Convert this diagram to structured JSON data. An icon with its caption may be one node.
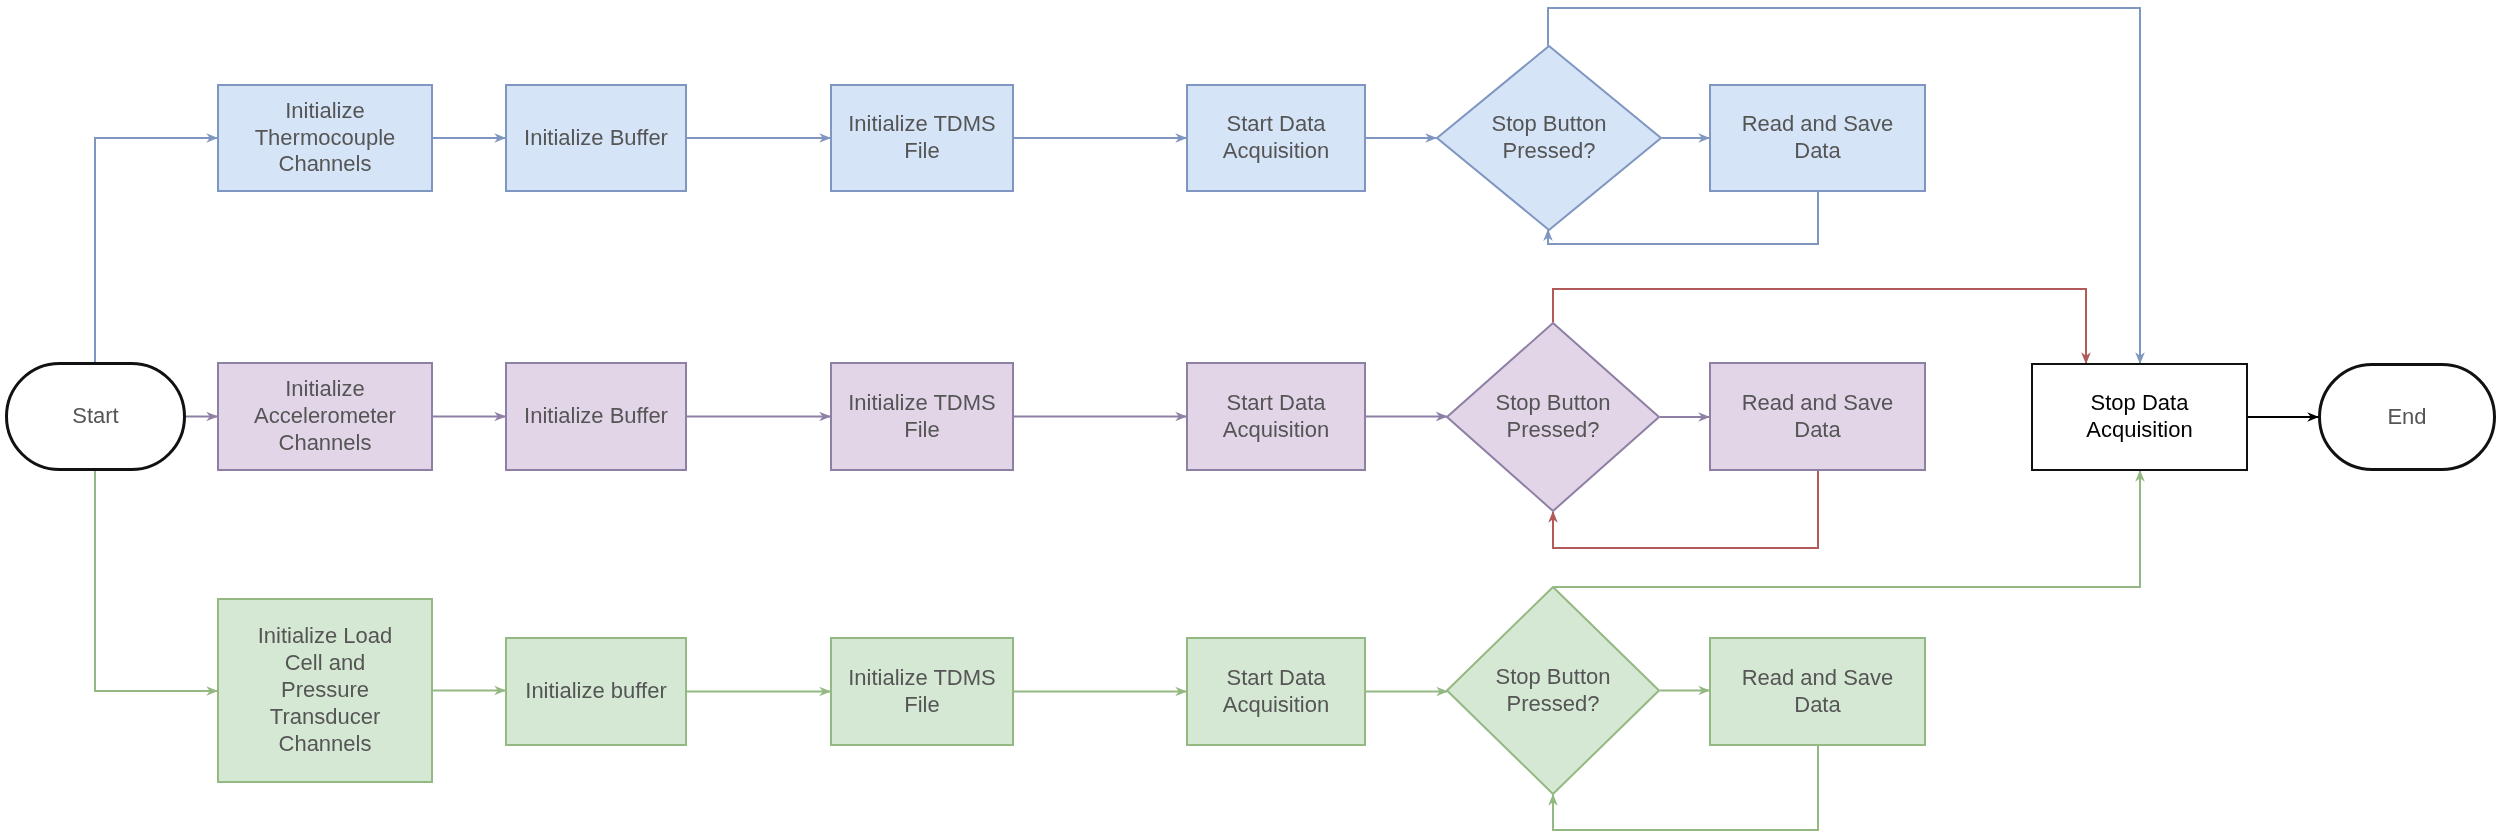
{
  "diagram": {
    "nodes": [
      {
        "text": [
          "Start"
        ]
      },
      {
        "text": [
          "Initialize Thermocouple Channels"
        ]
      },
      {
        "text": [
          "Initialize Buffer"
        ]
      },
      {
        "text": [
          "Initialize TDMS File"
        ]
      },
      {
        "text": [
          "Start Data Acquisition"
        ]
      },
      {
        "text": [
          "Stop Button Pressed?"
        ]
      },
      {
        "text": [
          "Read and Save Data"
        ]
      },
      {
        "text": [
          "Initialize Accelerometer Channels"
        ]
      },
      {
        "text": [
          "Initialize Buffer"
        ]
      },
      {
        "text": [
          "Initialize TDMS File"
        ]
      },
      {
        "text": [
          "Start Data Acquisition"
        ]
      },
      {
        "text": [
          "Stop Button Pressed?"
        ]
      },
      {
        "text": [
          "Read and Save Data"
        ]
      },
      {
        "text": [
          "Initialize Load Cell and Pressure Transducer Channels"
        ]
      },
      {
        "text": [
          "Initialize buffer"
        ]
      },
      {
        "text": [
          "Initialize TDMS File"
        ]
      },
      {
        "text": [
          "Start Data Acquisition"
        ]
      },
      {
        "text": [
          "Stop Button Pressed?"
        ]
      },
      {
        "text": [
          "Read and Save Data"
        ]
      },
      {
        "text": [
          "Stop Data Acquisition"
        ]
      },
      {
        "text": [
          "End"
        ]
      }
    ],
    "edges": [
      {
        "from": 0,
        "to": 1,
        "arrow": "to",
        "color": "#7f96c0"
      },
      {
        "from": 0,
        "to": 7,
        "arrow": "to",
        "color": "#8e7fa5"
      },
      {
        "from": 0,
        "to": 13,
        "arrow": "to",
        "color": "#94b882"
      },
      {
        "from": 1,
        "to": 2,
        "arrow": "to",
        "color": "#7f96c0"
      },
      {
        "from": 2,
        "to": 3,
        "arrow": "to",
        "color": "#7f96c0"
      },
      {
        "from": 3,
        "to": 4,
        "arrow": "to",
        "color": "#7f96c0"
      },
      {
        "from": 4,
        "to": 5,
        "arrow": "to",
        "color": "#7f96c0"
      },
      {
        "from": 5,
        "to": 6,
        "arrow": "to",
        "color": "#7f96c0"
      },
      {
        "from": 6,
        "to": 5,
        "arrow": "to",
        "color": "#7f96c0"
      },
      {
        "from": 5,
        "to": 19,
        "arrow": "to",
        "color": "#7f96c0"
      },
      {
        "from": 7,
        "to": 8,
        "arrow": "to",
        "color": "#8e7fa5"
      },
      {
        "from": 8,
        "to": 9,
        "arrow": "to",
        "color": "#8e7fa5"
      },
      {
        "from": 9,
        "to": 10,
        "arrow": "to",
        "color": "#8e7fa5"
      },
      {
        "from": 10,
        "to": 11,
        "arrow": "to",
        "color": "#8e7fa5"
      },
      {
        "from": 11,
        "to": 12,
        "arrow": "to",
        "color": "#8e7fa5"
      },
      {
        "from": 12,
        "to": 11,
        "arrow": "to",
        "color": "#b05a5a"
      },
      {
        "from": 11,
        "to": 19,
        "arrow": "to",
        "color": "#b05a5a"
      },
      {
        "from": 13,
        "to": 14,
        "arrow": "to",
        "color": "#94b882"
      },
      {
        "from": 14,
        "to": 15,
        "arrow": "to",
        "color": "#94b882"
      },
      {
        "from": 15,
        "to": 16,
        "arrow": "to",
        "color": "#94b882"
      },
      {
        "from": 16,
        "to": 17,
        "arrow": "to",
        "color": "#94b882"
      },
      {
        "from": 17,
        "to": 18,
        "arrow": "to",
        "color": "#94b882"
      },
      {
        "from": 18,
        "to": 17,
        "arrow": "to",
        "color": "#94b882"
      },
      {
        "from": 17,
        "to": 19,
        "arrow": "to",
        "color": "#94b882"
      },
      {
        "from": 19,
        "to": 20,
        "arrow": "to",
        "color": "#000000"
      }
    ]
  }
}
